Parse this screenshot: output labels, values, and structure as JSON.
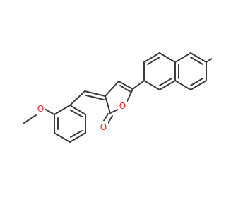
{
  "molecule": {
    "atoms": {
      "ring_oxygen": "O",
      "carbonyl_oxygen": "O",
      "methoxy_oxygen": "O"
    },
    "colors": {
      "bond": "#3c3c3c",
      "heteroatom": "#ff1010",
      "background": "#ffffff"
    }
  }
}
